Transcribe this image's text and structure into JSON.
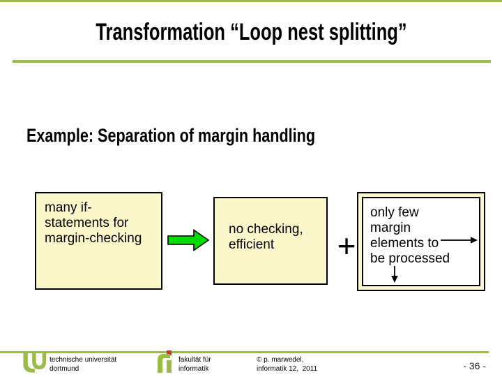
{
  "slide": {
    "title": "Transformation “Loop nest splitting”",
    "subtitle": "Example: Separation of margin handling",
    "diagram": {
      "box_many_ifs": "many if-\nstatements for\nmargin-checking",
      "box_no_checking": "no checking,\nefficient",
      "plus_sign": "+",
      "box_only_few": "only few\nmargin\nelements to\nbe processed"
    },
    "footer": {
      "university": "technische universität\ndortmund",
      "faculty": "fakultät für\ninformatik",
      "credit": "© p. marwedel,\ninformatik 12,  2011",
      "page": "- 36 -"
    },
    "colors": {
      "accent_green": "#9abb45",
      "arrow_green": "#00dc00",
      "box_fill": "#faf7cb",
      "logo_red": "#c23a21",
      "text": "#000000"
    }
  }
}
